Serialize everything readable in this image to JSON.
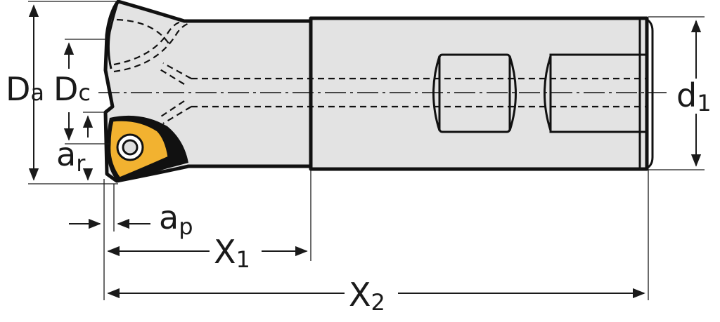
{
  "drawing": {
    "labels": {
      "Da": {
        "main": "D",
        "sub": "a"
      },
      "Dc": {
        "main": "D",
        "sub": "c"
      },
      "ar": {
        "main": "a",
        "sub": "r"
      },
      "ap": {
        "main": "a",
        "sub": "p"
      },
      "X1": {
        "main": "X",
        "sub": "1"
      },
      "X2": {
        "main": "X",
        "sub": "2"
      },
      "d1": {
        "main": "d",
        "sub": "1"
      }
    },
    "colors": {
      "body": "#e3e3e3",
      "insert": "#f2b230",
      "line": "#111111"
    }
  }
}
